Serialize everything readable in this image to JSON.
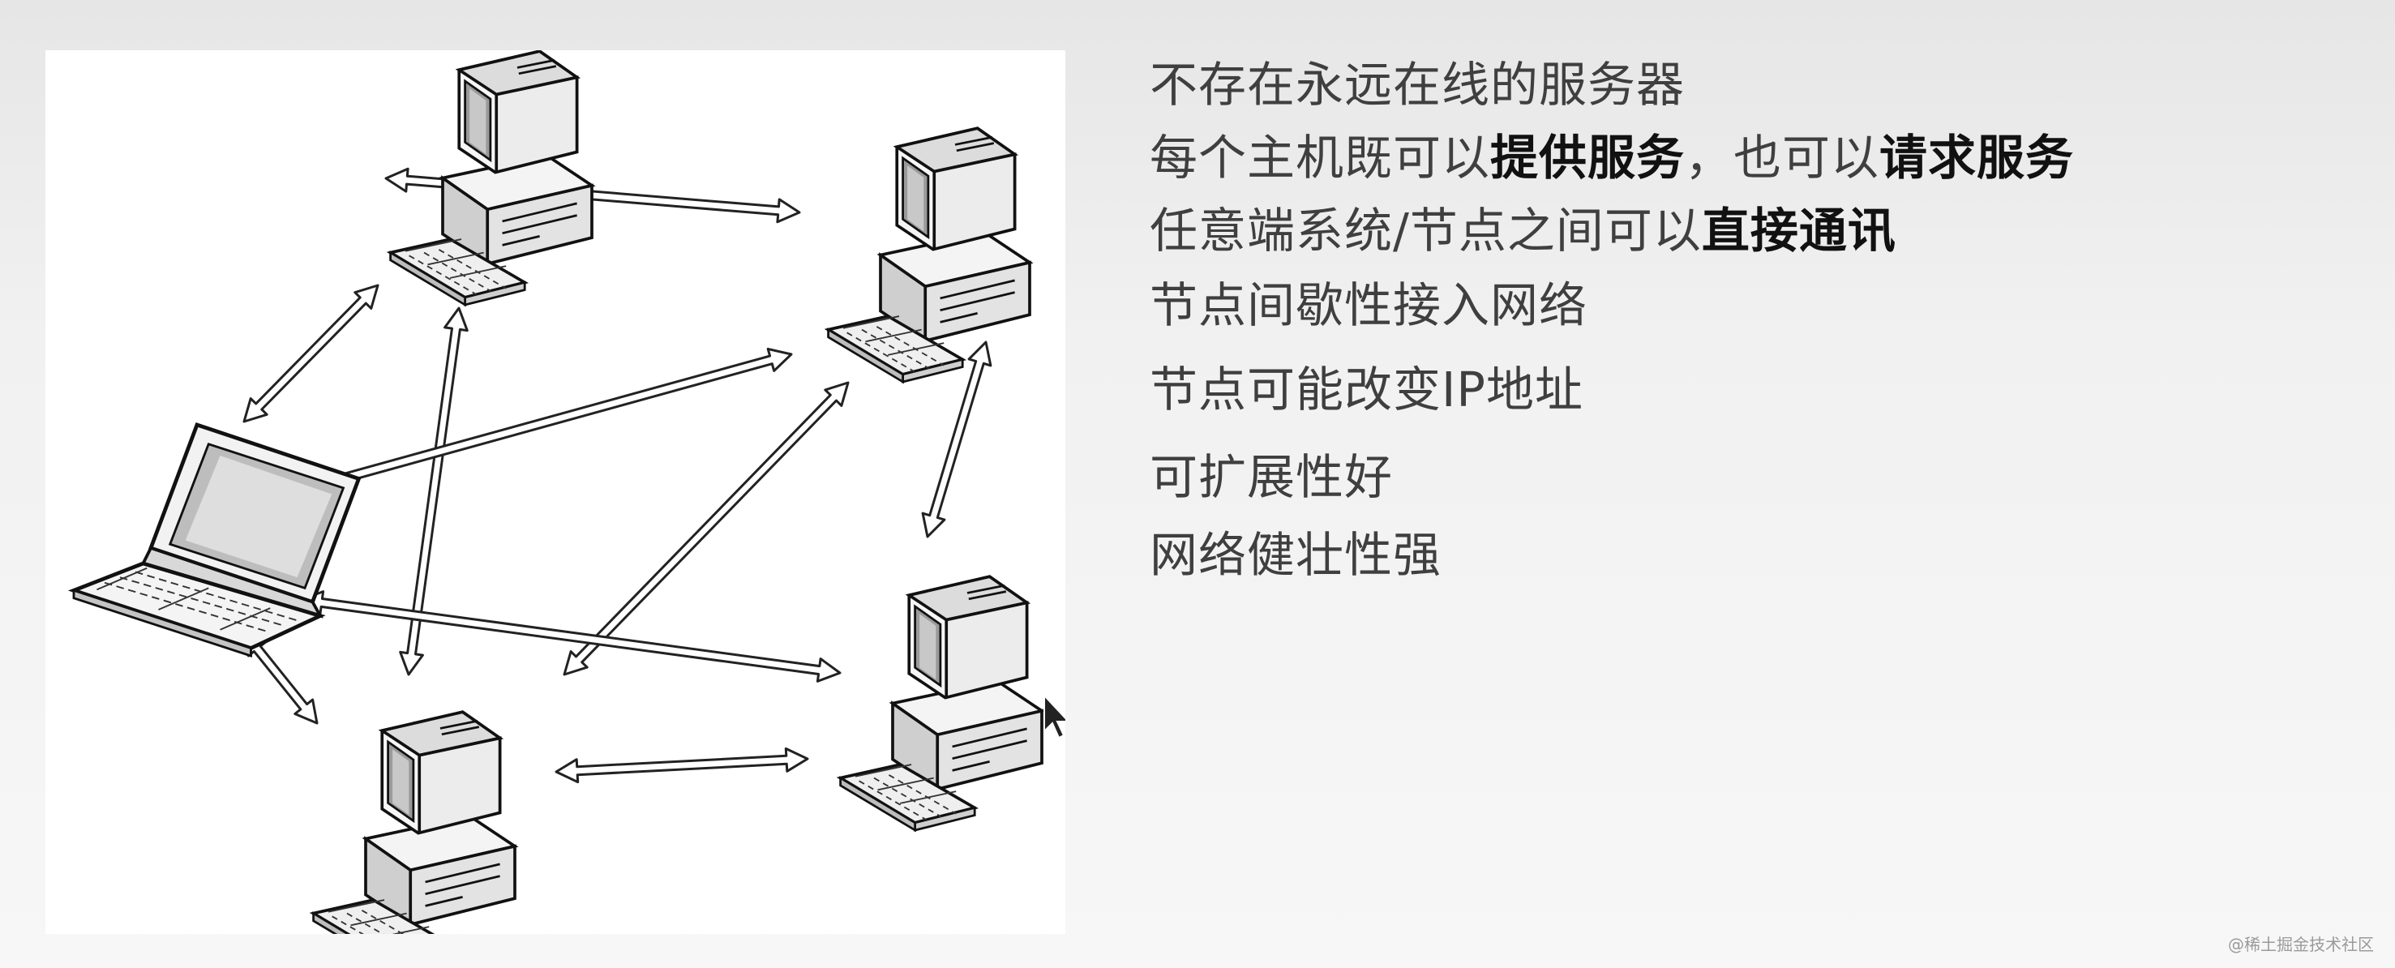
{
  "bullets": [
    {
      "parts": [
        {
          "text": "不存在永远在线的服务器",
          "bold": false
        }
      ]
    },
    {
      "parts": [
        {
          "text": "每个主机既可以",
          "bold": false
        },
        {
          "text": "提供服务",
          "bold": true
        },
        {
          "text": "，也可以",
          "bold": false
        },
        {
          "text": "请求服务",
          "bold": true
        }
      ]
    },
    {
      "parts": [
        {
          "text": "任意端系统/节点之间可以",
          "bold": false
        },
        {
          "text": "直接通讯",
          "bold": true
        }
      ]
    },
    {
      "parts": [
        {
          "text": "节点间歇性接入网络",
          "bold": false
        }
      ]
    },
    {
      "parts": [
        {
          "text": "节点可能改变IP地址",
          "bold": false
        }
      ]
    },
    {
      "parts": [
        {
          "text": "可扩展性好",
          "bold": false
        }
      ]
    },
    {
      "parts": [
        {
          "text": "网络健壮性强",
          "bold": false
        }
      ]
    }
  ],
  "diagram": {
    "nodes": [
      {
        "id": "pc-top",
        "type": "desktop"
      },
      {
        "id": "pc-right-top",
        "type": "desktop"
      },
      {
        "id": "laptop-left",
        "type": "laptop"
      },
      {
        "id": "pc-right-bottom",
        "type": "desktop"
      },
      {
        "id": "pc-bottom",
        "type": "desktop"
      }
    ],
    "links": [
      {
        "from": "pc-top",
        "to": "pc-right-top"
      },
      {
        "from": "pc-top",
        "to": "laptop-left"
      },
      {
        "from": "pc-top",
        "to": "pc-bottom"
      },
      {
        "from": "pc-right-top",
        "to": "laptop-left"
      },
      {
        "from": "pc-right-top",
        "to": "pc-right-bottom"
      },
      {
        "from": "pc-right-top",
        "to": "pc-bottom"
      },
      {
        "from": "laptop-left",
        "to": "pc-right-bottom"
      },
      {
        "from": "laptop-left",
        "to": "pc-bottom"
      },
      {
        "from": "pc-bottom",
        "to": "pc-right-bottom"
      }
    ]
  },
  "watermark": "@稀土掘金技术社区"
}
